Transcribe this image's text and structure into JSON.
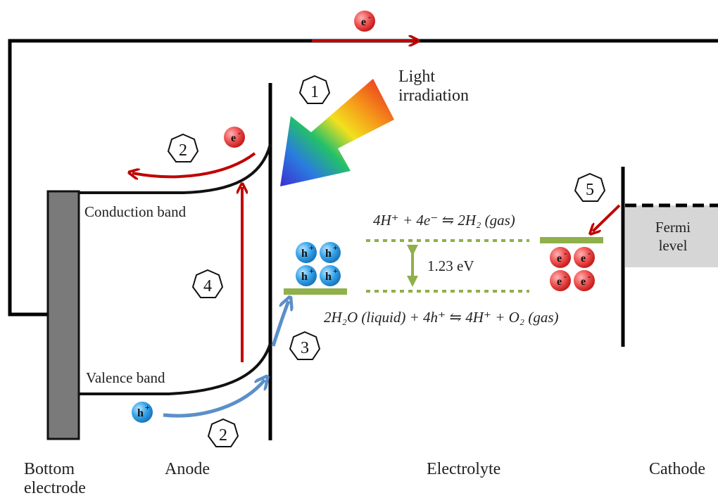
{
  "light": {
    "line1": "Light",
    "line2": "irradiation"
  },
  "bands": {
    "conduction": "Conduction band",
    "valence": "Valence band"
  },
  "gap": {
    "energy": "1.23 eV"
  },
  "fermi": {
    "line1": "Fermi",
    "line2": "level"
  },
  "regions": {
    "bottom_electrode_1": "Bottom",
    "bottom_electrode_2": "electrode",
    "anode": "Anode",
    "electrolyte": "Electrolyte",
    "cathode": "Cathode"
  },
  "steps": {
    "s1": "1",
    "s2a": "2",
    "s2b": "2",
    "s3": "3",
    "s4": "4",
    "s5": "5"
  },
  "carriers": {
    "electron": "e",
    "hole": "h",
    "minus": "-",
    "plus": "+"
  },
  "equations": {
    "reduction": "4H⁺ + 4e⁻ ⇋ 2H₂ (gas)",
    "oxidation": "2H₂O (liquid) + 4h⁺ ⇋ 4H⁺ + O₂ (gas)"
  },
  "colors": {
    "electron_red": "#e23a3a",
    "hole_blue": "#2b9be0",
    "arrow_red": "#c00000",
    "arrow_blue": "#5b8fc9",
    "level_green": "#8fb04a",
    "electrode_gray": "#7a7a7a",
    "fermi_gray": "#d6d6d6"
  }
}
